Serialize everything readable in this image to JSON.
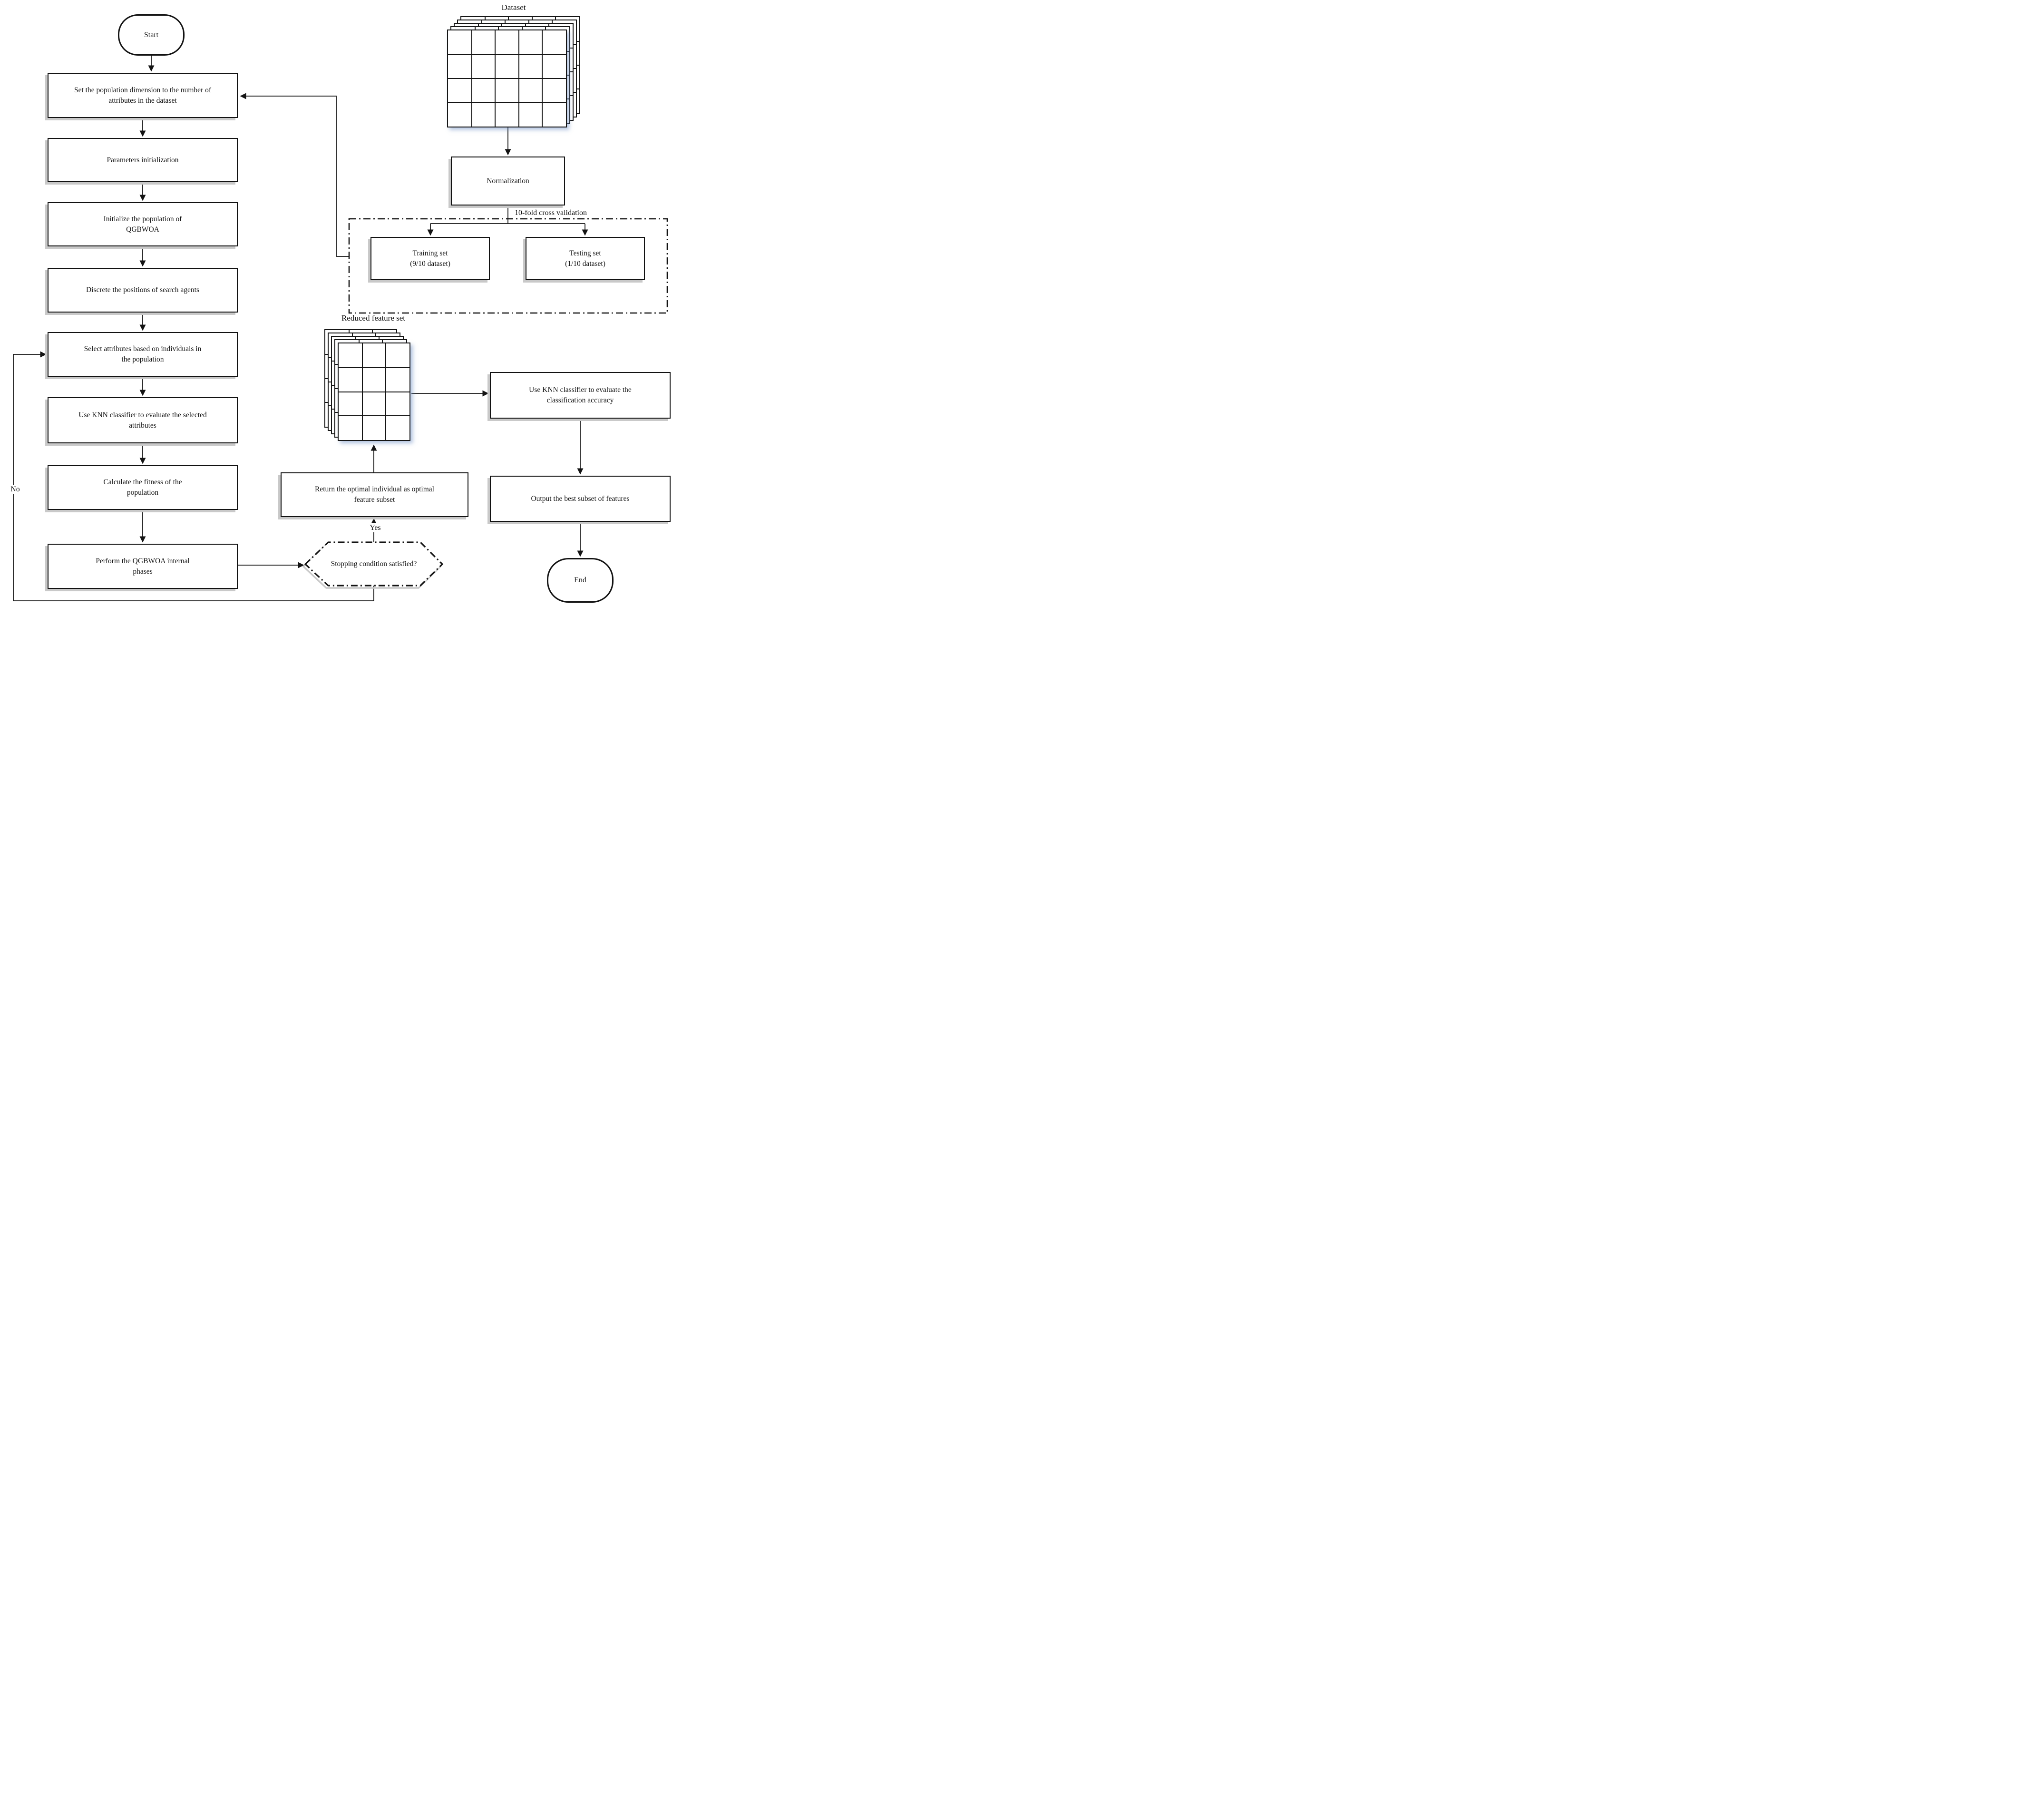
{
  "diagram": {
    "left_flow": {
      "start": "Start",
      "set_dimension": "Set the population dimension to the number of attributes in the dataset",
      "parameters_init": "Parameters initialization",
      "init_population": "Initialize the population of QGBWOA",
      "discrete_positions": "Discrete the positions of search agents",
      "select_attributes": "Select attributes based on individuals in the population",
      "knn_evaluate_selected": "Use KNN classifier to evaluate the selected attributes",
      "calculate_fitness": "Calculate the fitness of the population",
      "perform_phases": "Perform the QGBWOA internal phases"
    },
    "decision": {
      "stopping_condition": "Stopping condition satisfied?",
      "yes_label": "Yes",
      "no_label": "No"
    },
    "middle": {
      "reduced_feature_label": "Reduced feature set",
      "return_optimal": "Return the optimal individual as optimal feature subset"
    },
    "right_flow": {
      "dataset_label": "Dataset",
      "normalization": "Normalization",
      "cross_validation_label": "10-fold cross validation",
      "training_title": "Training set",
      "training_subtitle": "(9/10 dataset)",
      "testing_title": "Testing set",
      "testing_subtitle": "(1/10 dataset)",
      "knn_accuracy": "Use KNN classifier to evaluate the classification accuracy",
      "output_best": "Output the best subset of features",
      "end": "End"
    },
    "colors": {
      "ink": "#141414",
      "box_shadow": "#c9c9c9",
      "stack_shadow": "rgba(105,140,195,0.5)",
      "background": "#ffffff"
    }
  }
}
